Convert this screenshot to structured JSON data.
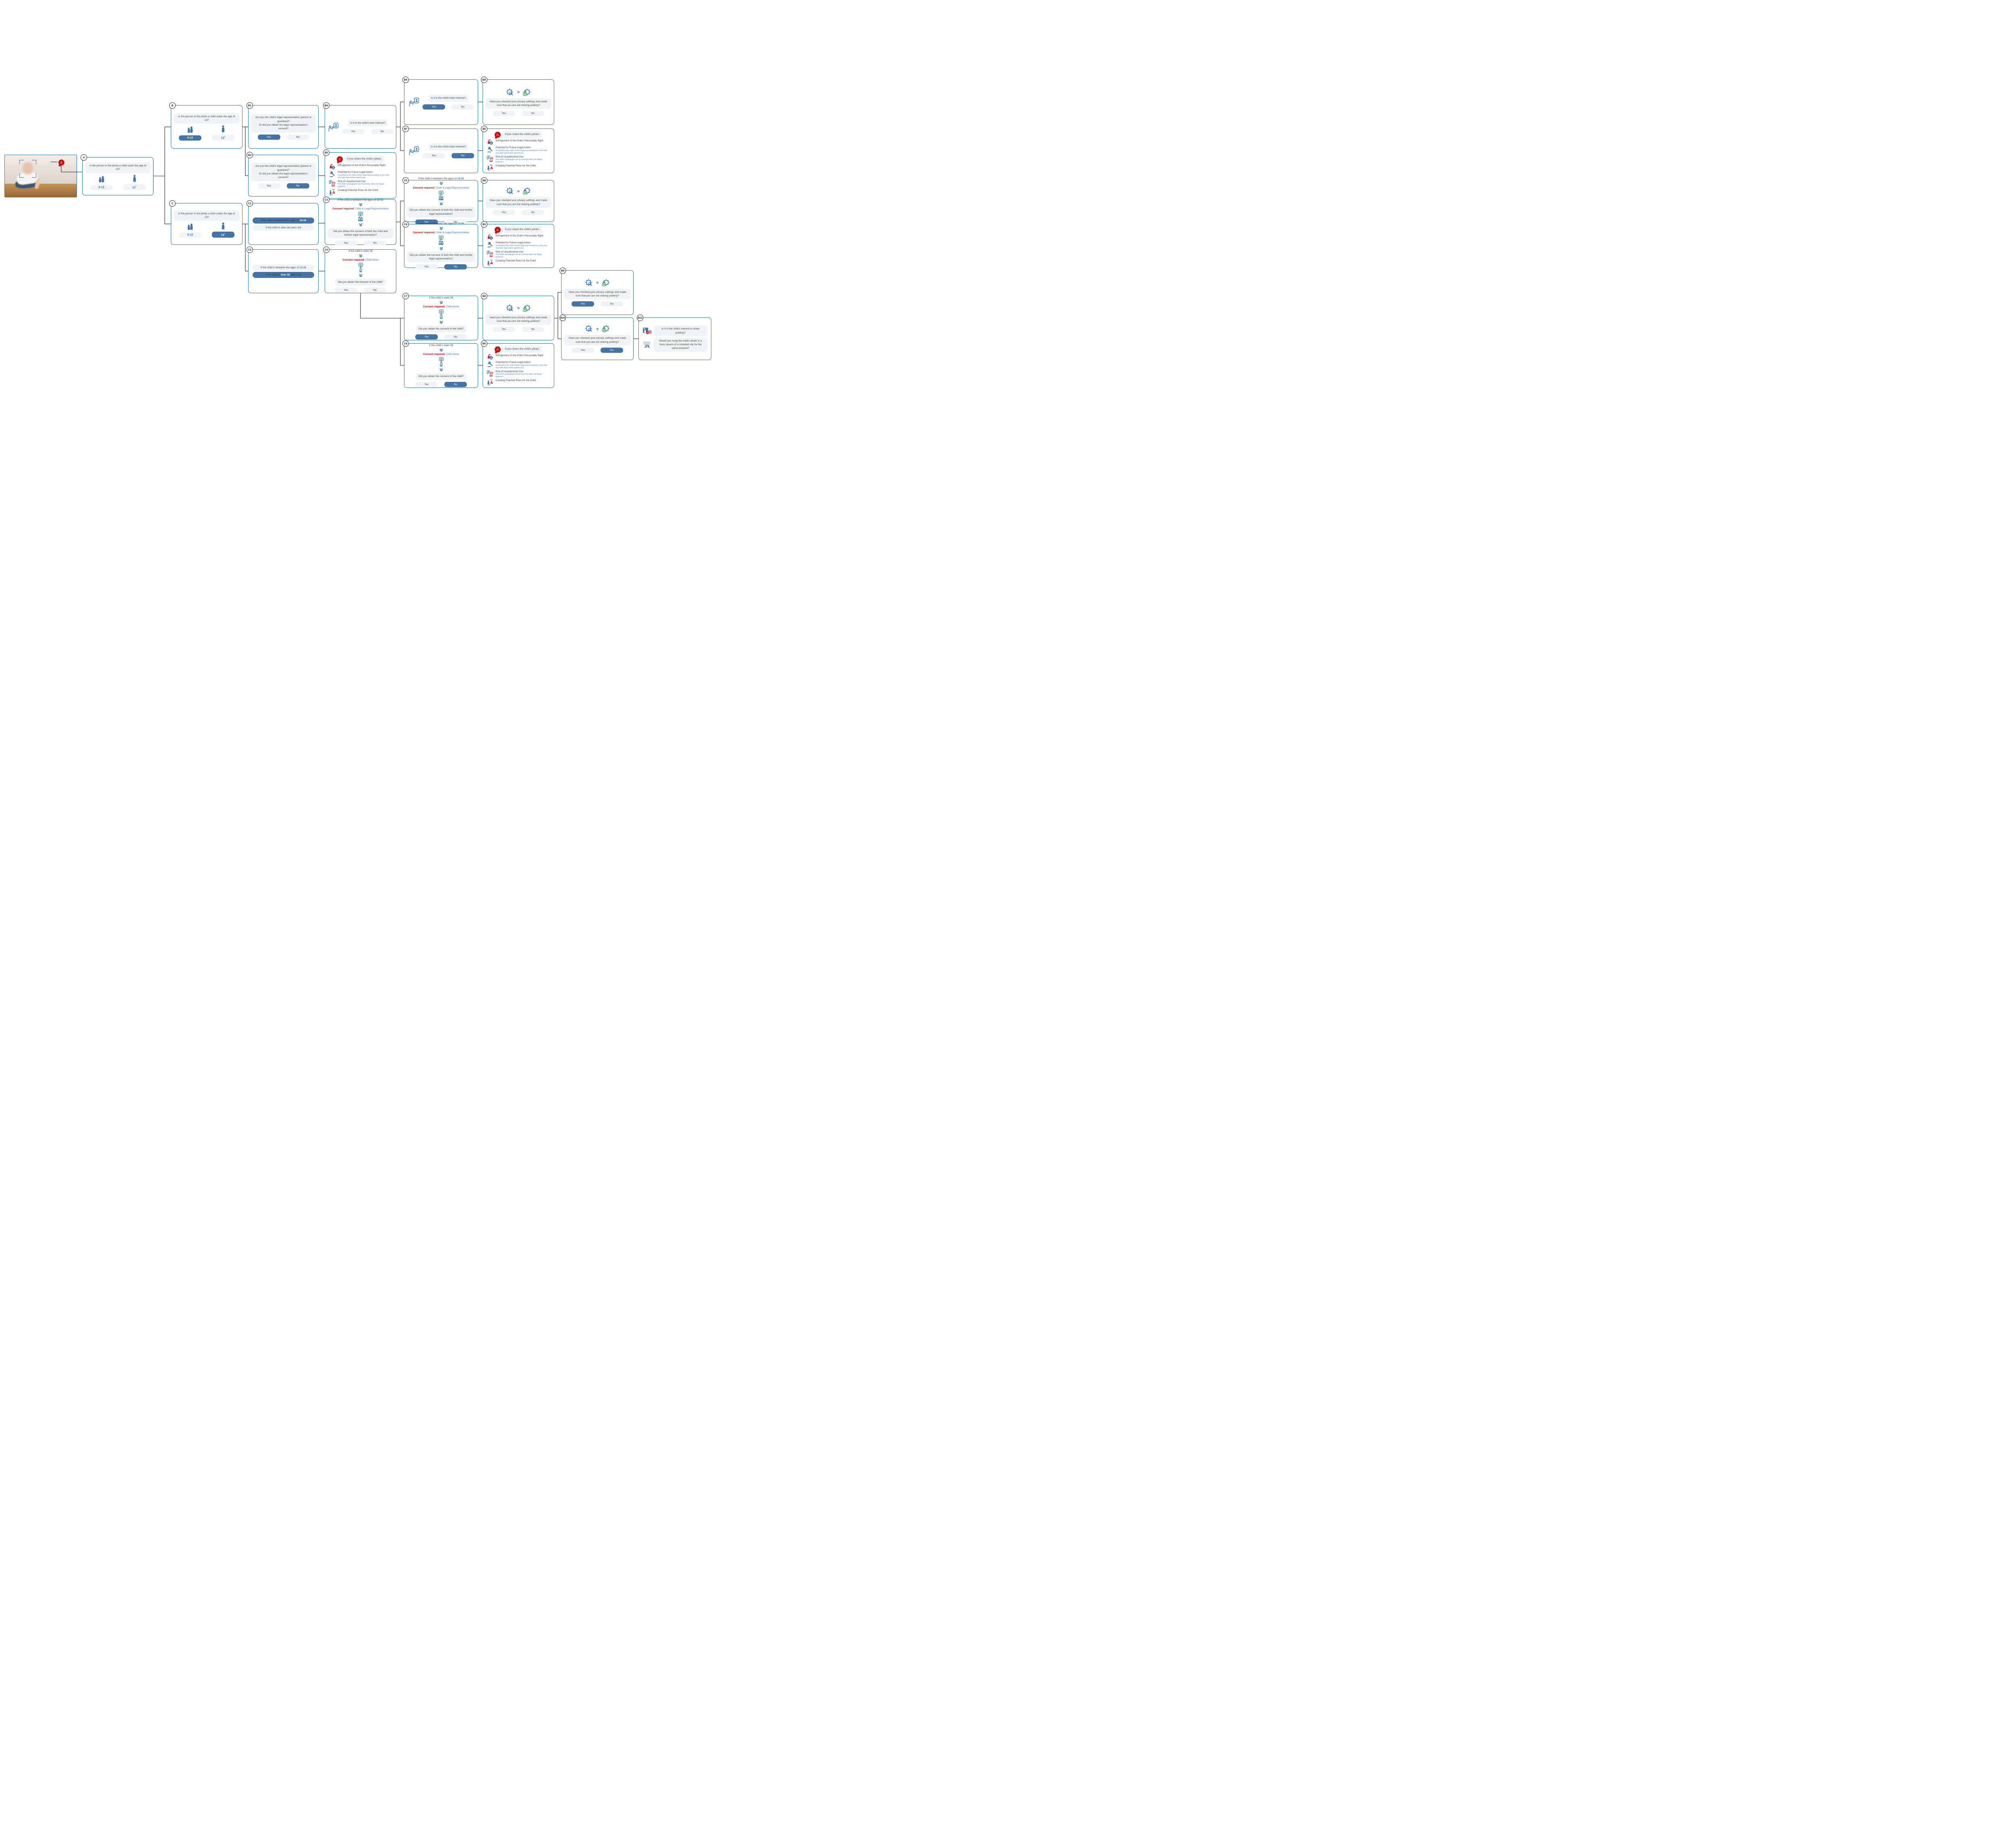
{
  "colors": {
    "accent": "#2e74b5",
    "selected_button": "#4574a6",
    "bubble_bg": "#f1f4f6",
    "warning_red": "#cf0a0a",
    "consent_red": "#c00000",
    "link_blue": "#2e74b5",
    "lock_green": "#2ea44f",
    "text": "#3f3f3f"
  },
  "texts": {
    "age_question": "Is the person in the photo a child under the age of 13?",
    "age_young": "0-13",
    "age_old_base": "13",
    "age_old_sup": "+",
    "legal_q1": "Are you the child's legal representative (parent or guardian)?",
    "legal_q2": "Or did you obtain the legal representative’s consent?",
    "interest_q": "Is it in the child's best interest?",
    "privacy_q": "Have you checked your privacy settings and made sure that you are not sharing publicly?",
    "yes": "Yes",
    "no": "No",
    "risk_header": "If you share the child’s photo:",
    "opt_1316": {
      "prefix": "If the child is between the ages of ",
      "em": "13-16",
      "suffix": ""
    },
    "opt_over16": {
      "prefix": "If the child is ",
      "em": "over 16",
      "suffix": " years old"
    },
    "consent_1316_title": {
      "prefix": "If the child is between the ages of ",
      "em": "13-16"
    },
    "consent_over16_title": {
      "prefix": "If the child is ",
      "em": "over 16"
    },
    "consent_required": "Consent required:",
    "consent_both": "Child & Legal Representative",
    "consent_alone": "Child Alone",
    "consent_q_both": "Did you obtain the consent of both the child and his/her legal representative?",
    "consent_q_child": "Did you obtain the consent of the child?",
    "final_q1": "Is it in the child's interest to share publicly?",
    "final_q2": "Would you hang the child's photo in a busy square of a crowded city for the same purpose?"
  },
  "risks": [
    {
      "title": "Infringement of the Child's Personality Right",
      "sub": ""
    },
    {
      "title": "Potential for Future Legal Action",
      "sub": "On behalf of the child, his/her legal representative or the child may take legal action against you."
    },
    {
      "title": "Risk of Unauthorized Use",
      "sub": "The child's photograph can be used by others for illegal purposes."
    },
    {
      "title": "Creating Potential Risks for the Child",
      "sub": ""
    }
  ],
  "nodes": [
    {
      "id": "A",
      "label": "A",
      "type": "age",
      "selected": null
    },
    {
      "id": "B",
      "label": "B",
      "type": "age",
      "selected": "young"
    },
    {
      "id": "C",
      "label": "C",
      "type": "age",
      "selected": "old"
    },
    {
      "id": "B1",
      "label": "B1",
      "type": "legal",
      "selected": "yes"
    },
    {
      "id": "B3",
      "label": "B3",
      "type": "legal",
      "selected": "no"
    },
    {
      "id": "B4",
      "label": "B4",
      "type": "interest",
      "selected": null
    },
    {
      "id": "B6",
      "label": "B6",
      "type": "interest",
      "selected": "yes"
    },
    {
      "id": "B7",
      "label": "B7",
      "type": "interest",
      "selected": "no"
    },
    {
      "id": "B8a",
      "label": "B8",
      "type": "privacy",
      "selected": null
    },
    {
      "id": "B8b",
      "label": "B8",
      "type": "privacy",
      "selected": null
    },
    {
      "id": "B8c",
      "label": "B8",
      "type": "privacy",
      "selected": null
    },
    {
      "id": "B9",
      "label": "B9",
      "type": "privacy",
      "selected": "yes"
    },
    {
      "id": "B10",
      "label": "B10",
      "type": "privacy",
      "selected": "no"
    },
    {
      "id": "B5a",
      "label": "B5",
      "type": "risk",
      "selected": null
    },
    {
      "id": "B5b",
      "label": "B5",
      "type": "risk",
      "selected": null
    },
    {
      "id": "B5c",
      "label": "B5",
      "type": "risk",
      "selected": null
    },
    {
      "id": "B5d",
      "label": "B5",
      "type": "risk",
      "selected": null
    },
    {
      "id": "C1",
      "label": "C1",
      "type": "age2",
      "selected": "r1316"
    },
    {
      "id": "C2",
      "label": "C2",
      "type": "age2",
      "selected": "over16"
    },
    {
      "id": "C3",
      "label": "C3",
      "type": "consent1316",
      "selected": null
    },
    {
      "id": "C5",
      "label": "C5",
      "type": "consent1316",
      "selected": "yes"
    },
    {
      "id": "C6",
      "label": "C6",
      "type": "consent1316",
      "selected": "no"
    },
    {
      "id": "C4",
      "label": "C4",
      "type": "consentOver16",
      "selected": null
    },
    {
      "id": "C7",
      "label": "C7",
      "type": "consentOver16",
      "selected": "yes"
    },
    {
      "id": "C8",
      "label": "C8",
      "type": "consentOver16",
      "selected": "no"
    },
    {
      "id": "B11",
      "label": "B11",
      "type": "final",
      "selected": null
    }
  ]
}
